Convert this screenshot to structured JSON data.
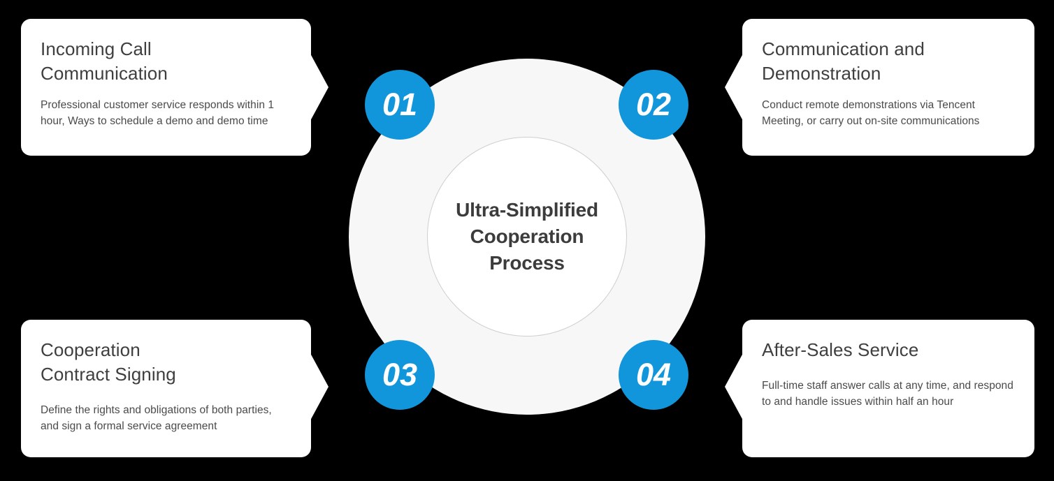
{
  "diagram": {
    "center": {
      "title": "Ultra-Simplified\nCooperation\nProcess"
    },
    "accent_color": "#1296db",
    "badges": [
      {
        "label": "01"
      },
      {
        "label": "02"
      },
      {
        "label": "03"
      },
      {
        "label": "04"
      }
    ],
    "steps": [
      {
        "number": "01",
        "title": "Incoming Call\nCommunication",
        "description": "Professional customer service responds within 1  hour, Ways to schedule a demo and demo time"
      },
      {
        "number": "02",
        "title": "Communication and\nDemonstration",
        "description": "Conduct remote demonstrations via Tencent Meeting, or carry out on-site communications"
      },
      {
        "number": "03",
        "title": "Cooperation\nContract Signing",
        "description": "Define the rights and obligations of both parties,  and sign a formal service agreement"
      },
      {
        "number": "04",
        "title": "After-Sales Service",
        "description": "Full-time staff answer calls at any time, and respond to and handle issues within half an hour"
      }
    ]
  }
}
